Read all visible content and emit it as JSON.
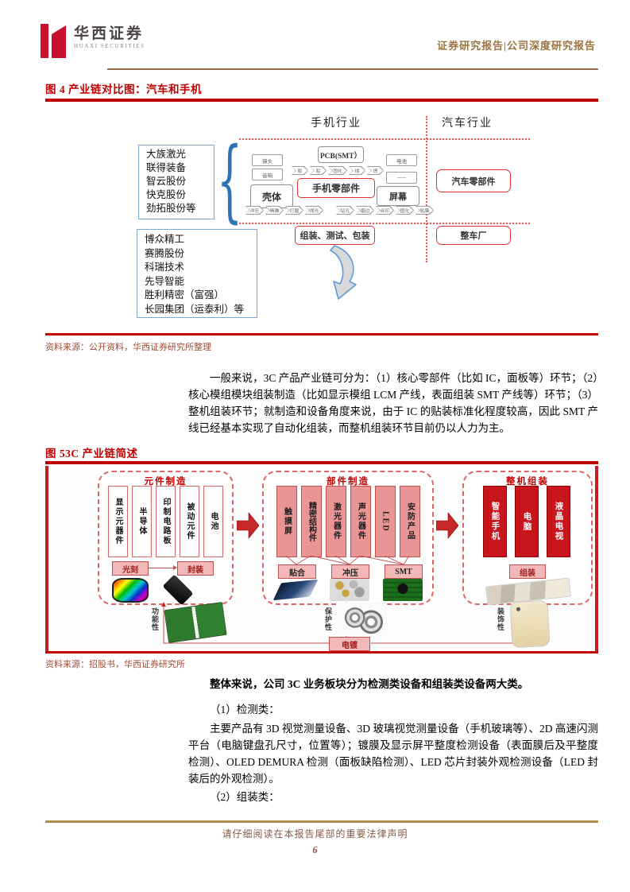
{
  "header": {
    "brand_cn": "华西证券",
    "brand_en": "HUAXI SECURITIES",
    "report_type": "证券研究报告|公司深度研究报告"
  },
  "fig4": {
    "title": "图 4 产业链对比图：汽车和手机",
    "col_phone": "手机行业",
    "col_auto": "汽车行业",
    "companies_top": [
      "大族激光",
      "联得装备",
      "智云股份",
      "快克股份",
      "劲拓股份等"
    ],
    "companies_bottom": [
      "博众精工",
      "赛腾股份",
      "科瑞技术",
      "先导智能",
      "胜利精密（富强）",
      "长园集团（运泰利）等"
    ],
    "boxes": {
      "lens": "镜头",
      "speaker": "音响",
      "pcb": "PCB(SMT）",
      "battery": "电池",
      "dots": "-----",
      "shell": "壳体",
      "phone_parts": "手机零部件",
      "screen": "屏幕",
      "auto_parts": "汽车零部件",
      "assembly": "组装、测试、包装",
      "oem": "整车厂"
    },
    "chevrons_mid": [
      "胶",
      "贴",
      "固化",
      "插",
      "焊"
    ],
    "chevrons_left": [
      "冲压",
      "精雕",
      "打磨",
      "抛光"
    ],
    "chevrons_right": [
      "钻孔",
      "磨边",
      "丝印",
      "固化",
      "贴膜"
    ],
    "source": "资料来源：公开资料，华西证券研究所整理"
  },
  "para1": "一般来说，3C 产品产业链可分为：（1）核心零部件（比如 IC，面板等）环节；（2）核心模组模块组装制造（比如显示模组 LCM 产线，表面组装 SMT 产线等）环节；（3）整机组装环节；就制造和设备角度来说，由于 IC 的贴装标准化程度较高，因此 SMT 产线已经基本实现了自动化组装，而整机组装环节目前仍以人力为主。",
  "fig5": {
    "title": "图 53C 产业链简述",
    "sections": [
      {
        "title": "元件制造",
        "items": [
          "显示元器件",
          "半导体",
          "印制电路板",
          "被动元件",
          "电池"
        ],
        "process": [
          "光刻",
          "封装"
        ]
      },
      {
        "title": "部件制造",
        "items": [
          "触摸屏",
          "精密结构件",
          "激光器件",
          "声光器件",
          "LED",
          "安防产品"
        ],
        "process": [
          "贴合",
          "冲压",
          "SMT"
        ]
      },
      {
        "title": "整机组装",
        "items": [
          "智能手机",
          "电脑",
          "液晶电视"
        ],
        "process": [
          "组装"
        ]
      }
    ],
    "bottom_labels": [
      "功能性",
      "保护性",
      "装饰性"
    ],
    "plating": "电镀",
    "source": "资料来源：招股书，华西证券研究所"
  },
  "body": {
    "bold_para": "整体来说，公司 3C 业务板块分为检测类设备和组装类设备两大类。",
    "item1": "（1）检测类：",
    "para2": "主要产品有 3D 视觉测量设备、3D 玻璃视觉测量设备（手机玻璃等）、2D 高速闪测平台（电脑键盘孔尺寸，位置等）；镀膜及显示屏平整度检测设备（表面膜后及平整度检测）、OLED DEMURA 检测（面板缺陷检测）、LED 芯片封装外观检测设备（LED 封装后的外观检测）。",
    "item2": "（2）组装类："
  },
  "footer": {
    "legal": "请仔细阅读在本报告尾部的重要法律声明",
    "page": "6"
  },
  "colors": {
    "accent_red": "#C00000",
    "figure_red": "#E22E2E",
    "gold": "#9A7340",
    "source_text": "#A24A33",
    "pink_box": "#EA9595",
    "deep_red_box": "#C9161D"
  }
}
